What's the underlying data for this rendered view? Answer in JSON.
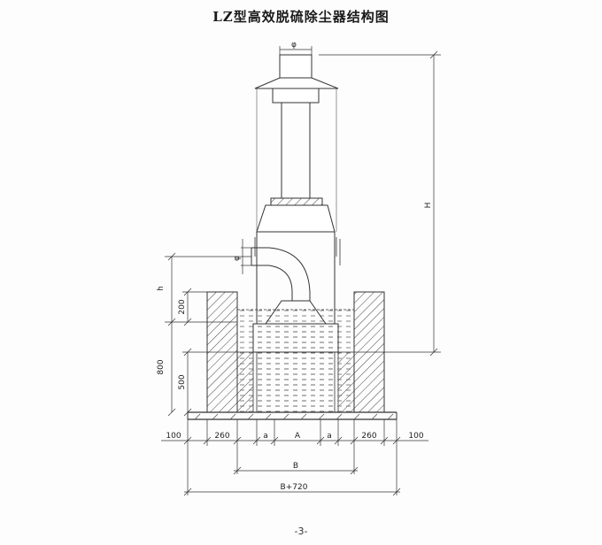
{
  "title": "LZ型高效脱硫除尘器结构图",
  "page_number": "-3-",
  "labels": {
    "H": "H",
    "h": "h",
    "phi_top": "φ",
    "phi_inlet": "φ",
    "dim_200": "200",
    "dim_800": "800",
    "dim_500": "500",
    "dim_100_left": "100",
    "dim_260_left": "260",
    "dim_a_left": "a",
    "dim_A": "A",
    "dim_a_right": "a",
    "dim_260_right": "260",
    "dim_100_right": "100",
    "dim_B": "B",
    "dim_B720": "B+720"
  }
}
